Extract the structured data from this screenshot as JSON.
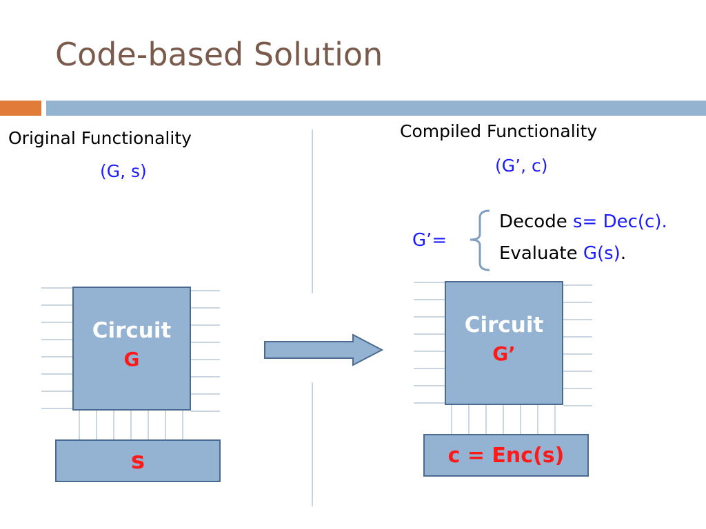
{
  "slide": {
    "title": "Code-based Solution"
  },
  "left": {
    "heading": "Original Functionality",
    "pair": "(G, s)",
    "circuit_label": "Circuit",
    "circuit_name": "G",
    "input_label": "s"
  },
  "right": {
    "heading": "Compiled Functionality",
    "pair": "(G’, c)",
    "gprime_eq": "G’=",
    "line1_prefix": "Decode ",
    "line1_value": "s= Dec(c)",
    "line1_suffix": ".",
    "line2_prefix": "Evaluate ",
    "line2_value": "G(s)",
    "line2_suffix": ".",
    "circuit_label": "Circuit",
    "circuit_name": "G’",
    "input_label": "c = Enc(s)"
  },
  "colors": {
    "title": "#7a5a4a",
    "accent_bar": "#e07b3a",
    "main_bar": "#93b3d1",
    "box_fill": "#94b3d3",
    "box_border": "#4a6a90",
    "blue_text": "#1a1aff",
    "red_text": "#ff1a1a"
  }
}
